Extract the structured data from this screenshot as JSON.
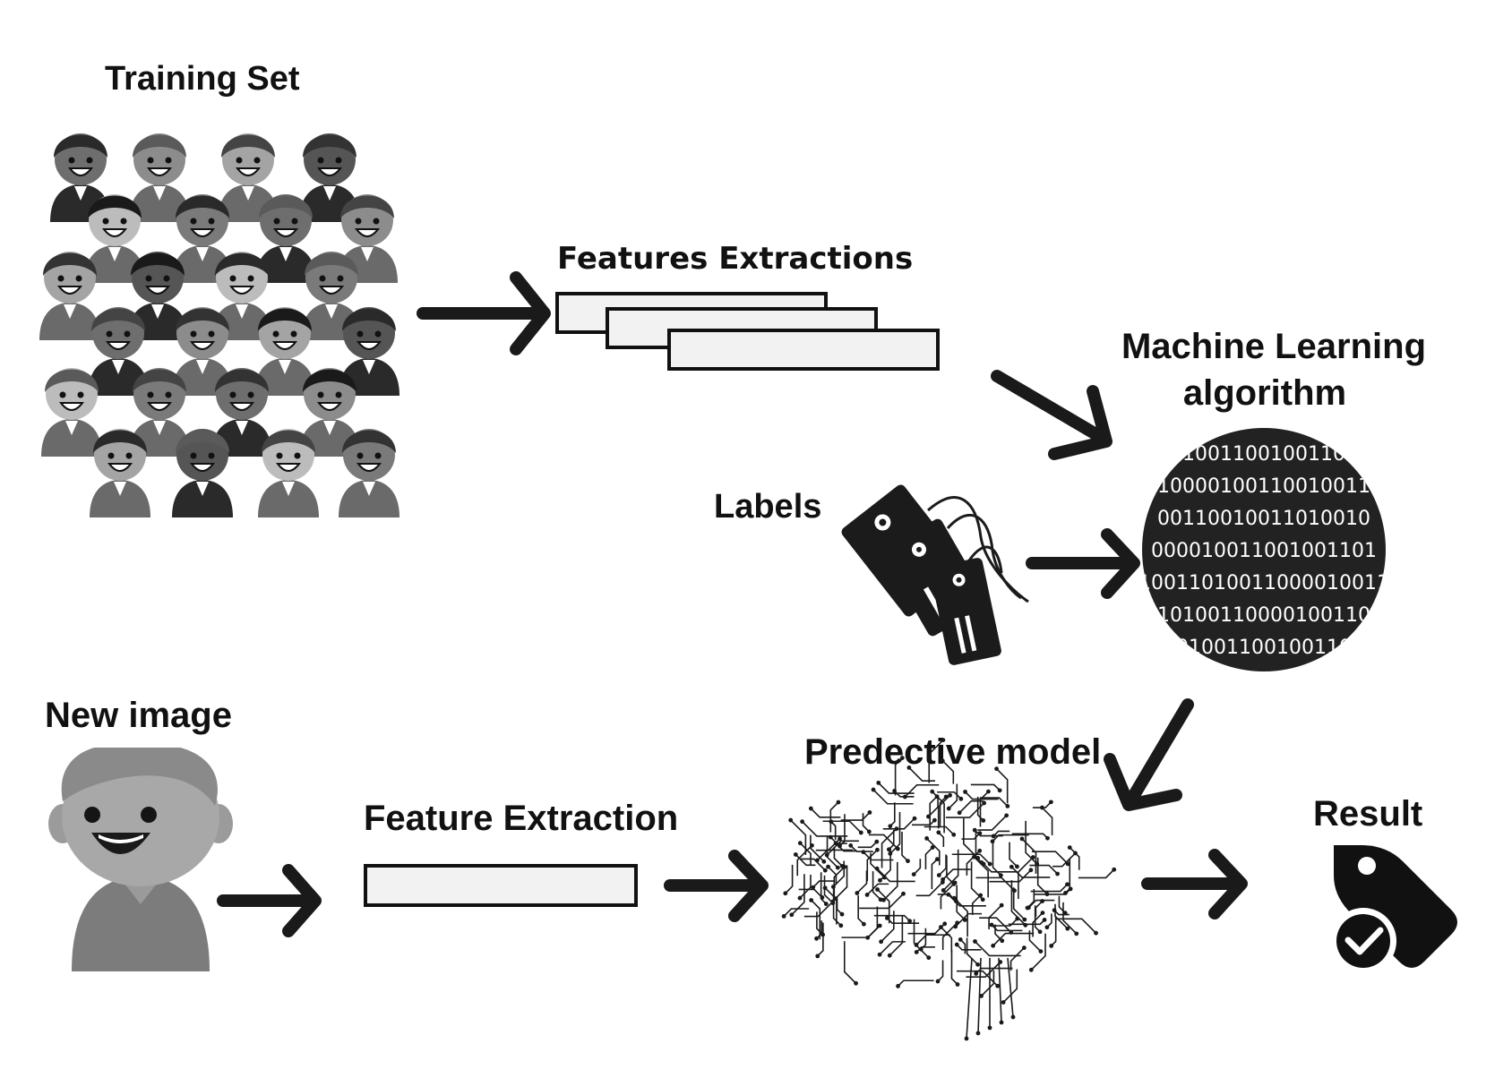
{
  "labels": {
    "training_set": "Training Set",
    "features_extractions": "Features Extractions",
    "ml_line1": "Machine Learning",
    "ml_line2": "algorithm",
    "labels": "Labels",
    "new_image": "New image",
    "feature_extraction": "Feature Extraction",
    "predictive_model": "Predective model",
    "result": "Result"
  },
  "binary_rows": [
    "1001100100110",
    "10000100110010011",
    "00110010011010010",
    "000010011001001101",
    "10011010011000010011",
    "10100110000100110",
    "0010011001001100"
  ],
  "icons": {
    "crowd": "people-crowd-icon",
    "tags": "price-tags-icon",
    "binary_sphere": "binary-code-sphere-icon",
    "new_face": "person-avatar-icon",
    "brain": "circuit-brain-icon",
    "result": "tag-check-icon"
  },
  "colors": {
    "ink": "#1a1a1a",
    "box_fill": "#f2f2f2",
    "sphere": "#222222",
    "face_light": "#a8a8a8",
    "face_dark": "#333333"
  }
}
